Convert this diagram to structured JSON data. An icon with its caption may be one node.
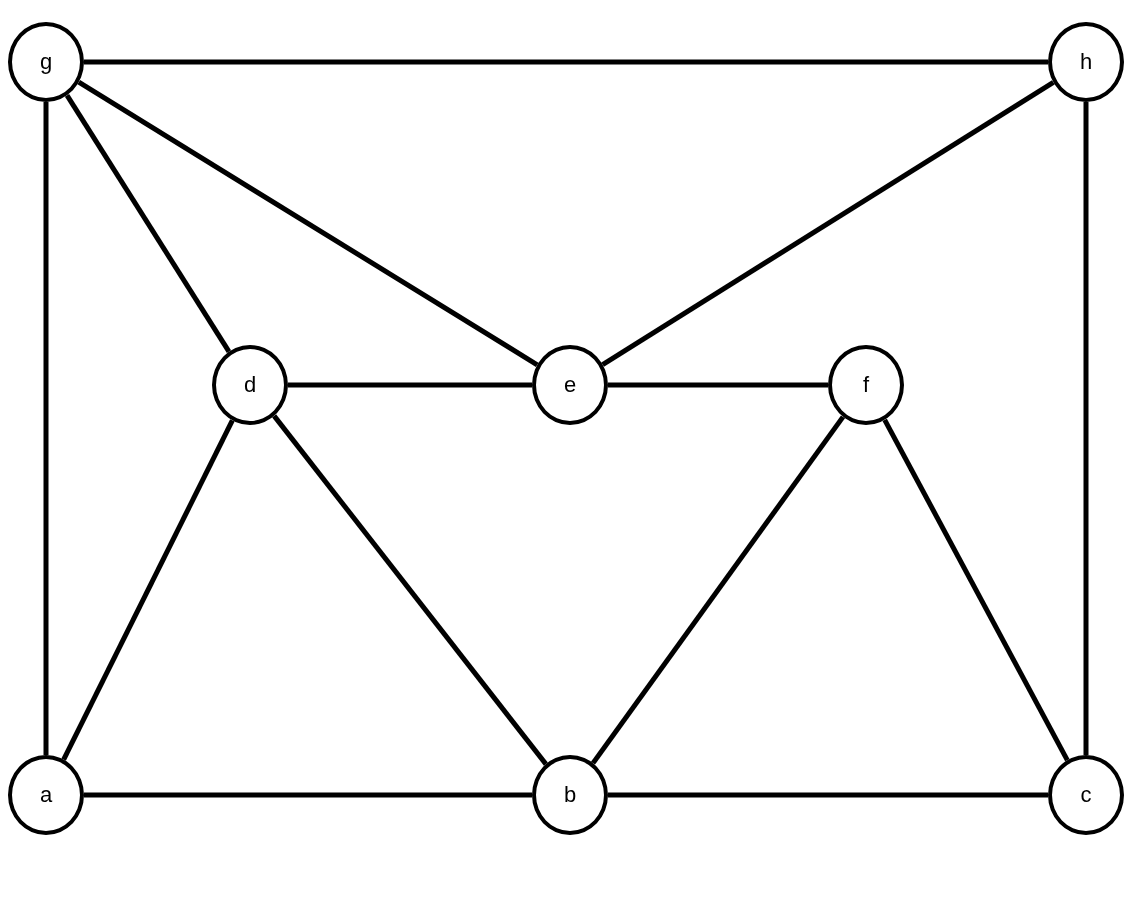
{
  "diagram": {
    "nodes": [
      {
        "text": [
          "g"
        ]
      },
      {
        "text": [
          "h"
        ]
      },
      {
        "text": [
          "d"
        ]
      },
      {
        "text": [
          "e"
        ]
      },
      {
        "text": [
          "f"
        ]
      },
      {
        "text": [
          "a"
        ]
      },
      {
        "text": [
          "b"
        ]
      },
      {
        "text": [
          "c"
        ]
      }
    ],
    "edges": [
      {
        "from": 0,
        "to": 1,
        "arrow": "none"
      },
      {
        "from": 0,
        "to": 3,
        "arrow": "none"
      },
      {
        "from": 0,
        "to": 2,
        "arrow": "none"
      },
      {
        "from": 0,
        "to": 5,
        "arrow": "none"
      },
      {
        "from": 1,
        "to": 3,
        "arrow": "none"
      },
      {
        "from": 1,
        "to": 7,
        "arrow": "none"
      },
      {
        "from": 2,
        "to": 3,
        "arrow": "none"
      },
      {
        "from": 3,
        "to": 4,
        "arrow": "none"
      },
      {
        "from": 2,
        "to": 5,
        "arrow": "none"
      },
      {
        "from": 2,
        "to": 6,
        "arrow": "none"
      },
      {
        "from": 4,
        "to": 6,
        "arrow": "none"
      },
      {
        "from": 4,
        "to": 7,
        "arrow": "none"
      },
      {
        "from": 5,
        "to": 6,
        "arrow": "none"
      },
      {
        "from": 6,
        "to": 7,
        "arrow": "none"
      }
    ]
  }
}
